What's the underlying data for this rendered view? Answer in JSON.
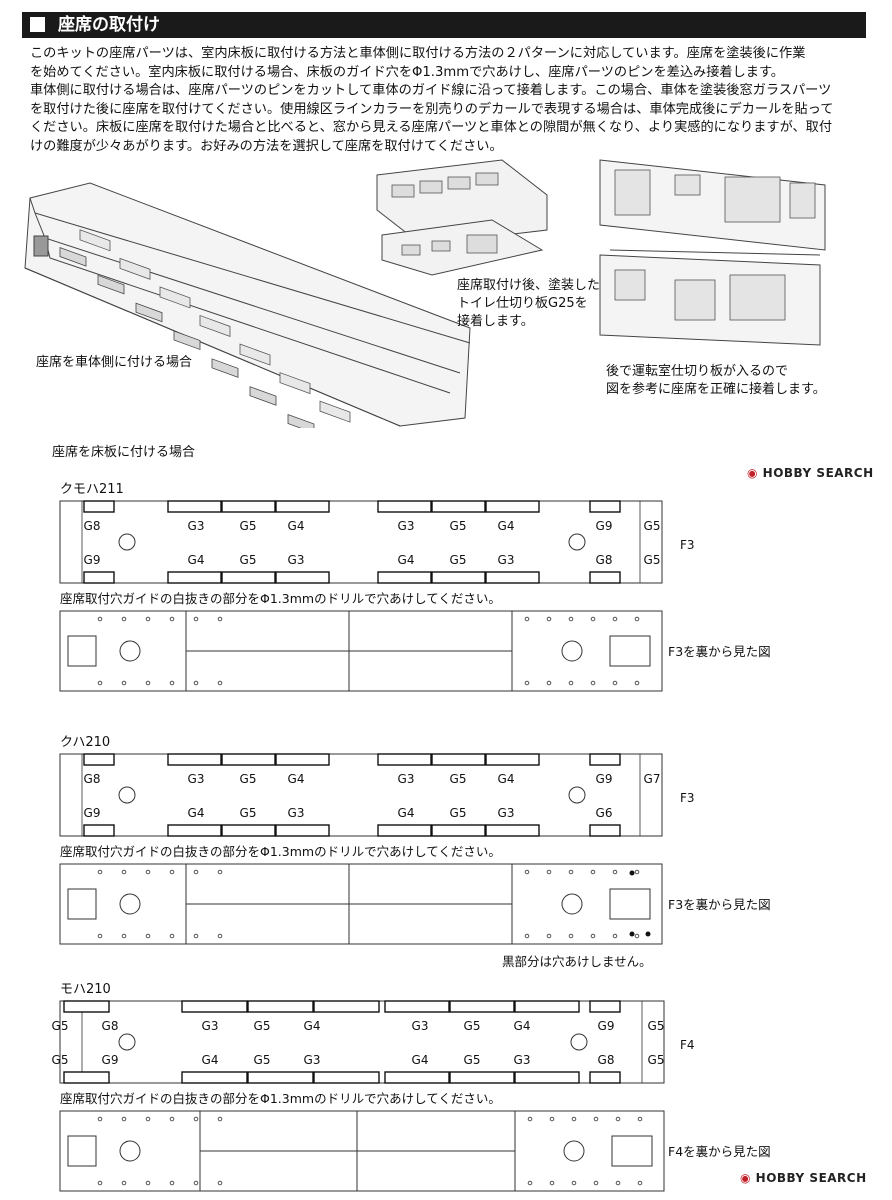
{
  "section_title": "座席の取付け",
  "intro": [
    "このキットの座席パーツは、室内床板に取付ける方法と車体側に取付ける方法の２パターンに対応しています。座席を塗装後に作業",
    "を始めてください。室内床板に取付ける場合、床板のガイド穴をΦ1.3mmで穴あけし、座席パーツのピンを差込み接着します。",
    "車体側に取付ける場合は、座席パーツのピンをカットして車体のガイド線に沿って接着します。この場合、車体を塗装後窓ガラスパーツ",
    "を取付けた後に座席を取付けてください。使用線区ラインカラーを別売りのデカールで表現する場合は、車体完成後にデカールを貼って",
    "ください。床板に座席を取付けた場合と比べると、窓から見える座席パーツと車体との隙間が無くなり、より実感的になりますが、取付",
    "けの難度が少々あがります。お好みの方法を選択して座席を取付けてください。"
  ],
  "photo_labels": {
    "body_side": "座席を車体側に付ける場合",
    "toilet_line1": "座席取付け後、塗装した",
    "toilet_line2": "トイレ仕切り板G25を",
    "toilet_line3": "接着します。",
    "cab_line1": "後で運転室仕切り板が入るので",
    "cab_line2": "図を参考に座席を正確に接着します。"
  },
  "floor_heading": "座席を床板に付ける場合",
  "drill_note": "座席取付穴ガイドの白抜きの部分をΦ1.3mmのドリルで穴あけしてください。",
  "black_note": "黒部分は穴あけしません。",
  "cars": [
    {
      "name": "クモハ211",
      "floor": "F3",
      "bottom_label": "F3を裏から見た図",
      "top_row": [
        "G8",
        "G3",
        "G5",
        "G4",
        "G3",
        "G5",
        "G4",
        "G9",
        "G5"
      ],
      "bottom_row": [
        "G9",
        "G4",
        "G5",
        "G3",
        "G4",
        "G5",
        "G3",
        "G8",
        "G5"
      ]
    },
    {
      "name": "クハ210",
      "floor": "F3",
      "bottom_label": "F3を裏から見た図",
      "top_row": [
        "G8",
        "G3",
        "G5",
        "G4",
        "G3",
        "G5",
        "G4",
        "G9",
        "G7"
      ],
      "bottom_row": [
        "G9",
        "G4",
        "G5",
        "G3",
        "G4",
        "G5",
        "G3",
        "G6"
      ]
    },
    {
      "name": "モハ210",
      "floor": "F4",
      "bottom_label": "F4を裏から見た図",
      "top_row": [
        "G5",
        "G8",
        "G3",
        "G5",
        "G4",
        "G3",
        "G5",
        "G4",
        "G9",
        "G5"
      ],
      "bottom_row": [
        "G5",
        "G9",
        "G4",
        "G5",
        "G3",
        "G4",
        "G5",
        "G3",
        "G8",
        "G5"
      ]
    }
  ],
  "watermark": {
    "hobby": "HOBBY",
    "search": "SEARCH"
  }
}
